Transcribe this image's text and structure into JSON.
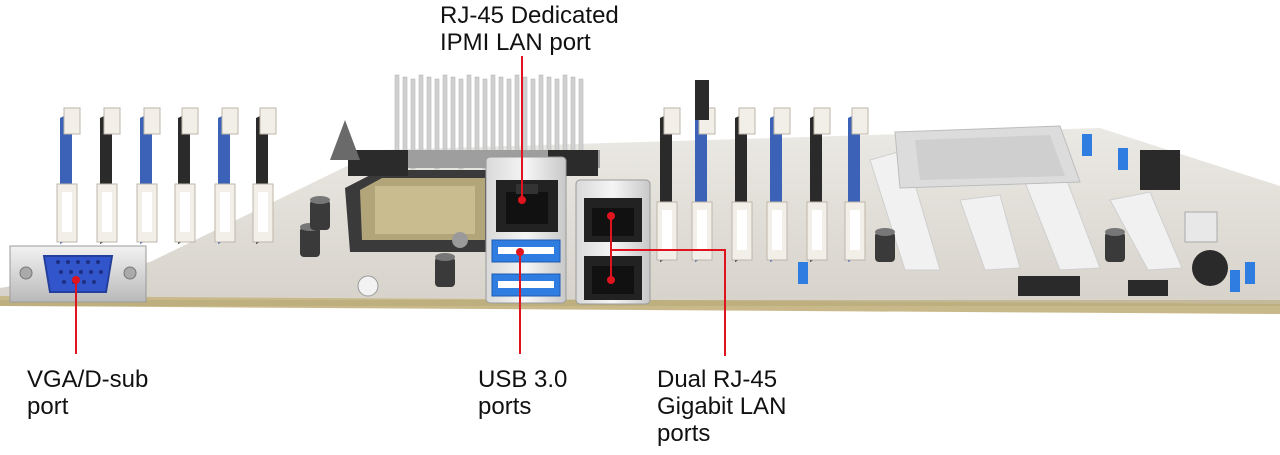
{
  "callouts": {
    "ipmi_lan": {
      "lines": [
        "RJ-45 Dedicated",
        "IPMI LAN port"
      ]
    },
    "vga": {
      "lines": [
        "VGA/D-sub",
        "port"
      ]
    },
    "usb": {
      "lines": [
        "USB 3.0",
        "ports"
      ]
    },
    "dual_lan": {
      "lines": [
        "Dual RJ-45",
        "Gigabit LAN",
        "ports"
      ]
    }
  },
  "colors": {
    "leader_line": "#e0141e",
    "pcb": "#e3e0da",
    "dimm_blue": "#3c62b8",
    "dimm_black": "#2a2a2a",
    "usb_blue": "#2f7de0",
    "vga_blue": "#3355cc"
  }
}
